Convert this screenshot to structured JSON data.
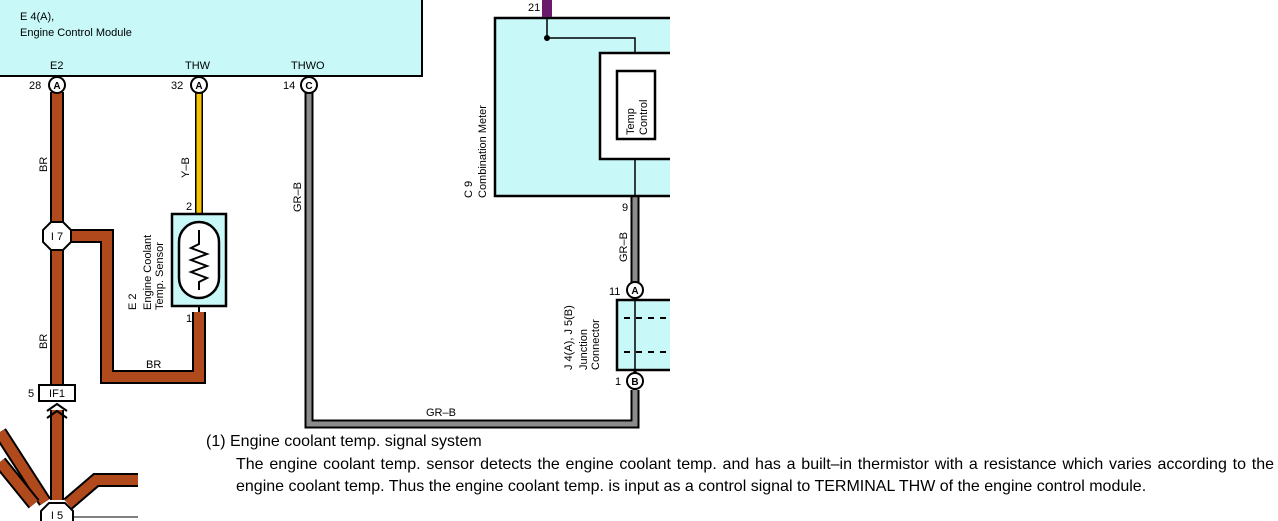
{
  "ecm": {
    "ref": "E 4(A),",
    "name": "Engine Control Module"
  },
  "terminals": [
    {
      "name": "E2",
      "pin": "28",
      "letter": "A"
    },
    {
      "name": "THW",
      "pin": "32",
      "letter": "A"
    },
    {
      "name": "THWO",
      "pin": "14",
      "letter": "C"
    }
  ],
  "wires": {
    "br_top": "BR",
    "yb": "Y–B",
    "grb_left": "GR–B",
    "br_mid": "BR",
    "br_bottom": "BR",
    "grb_bottom": "GR–B",
    "grb_right": "GR–B"
  },
  "junction_i7": "I 7",
  "junction_i5": "I 5",
  "sensor": {
    "ref": "E 2",
    "name_line1": "Engine Coolant",
    "name_line2": "Temp. Sensor",
    "pin_top": "2",
    "pin_bottom": "1"
  },
  "connector_if1": {
    "pin": "5",
    "name": "IF1"
  },
  "meter": {
    "ref": "C 9",
    "name": "Combination Meter",
    "pin_top": "21",
    "pin_bottom": "9",
    "box_line1": "Temp",
    "box_line2": "Control"
  },
  "junction_connector": {
    "ref": "J 4(A), J 5(B)",
    "name_line1": "Junction",
    "name_line2": "Connector",
    "pin_top": "11",
    "letter_top": "A",
    "pin_bottom": "1",
    "letter_bottom": "B"
  },
  "colors": {
    "ecm_fill": "#c8f8f8",
    "br": "#b04a1c",
    "yellow": "#f5c400",
    "gray": "#8c8c8c",
    "purple": "#6a1a6a"
  },
  "description": {
    "title": "(1) Engine coolant temp. signal system",
    "body": "The engine coolant temp. sensor detects the engine coolant temp. and has a built–in thermistor with a resistance which varies according to the engine coolant temp. Thus the engine coolant temp. is input as a control signal to TERMINAL THW of the engine control module."
  }
}
